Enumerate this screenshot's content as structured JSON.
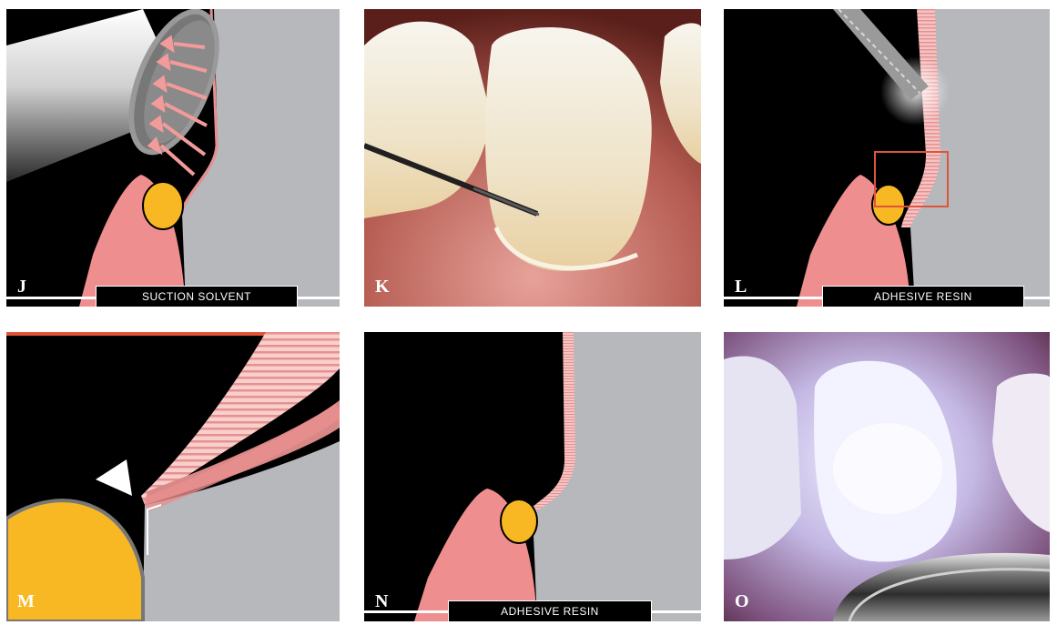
{
  "panels": [
    {
      "id": "J",
      "label": "J",
      "caption": "SUCTION SOLVENT"
    },
    {
      "id": "K",
      "label": "K"
    },
    {
      "id": "L",
      "label": "L",
      "caption": "ADHESIVE RESIN"
    },
    {
      "id": "M",
      "label": "M"
    },
    {
      "id": "N",
      "label": "N",
      "caption": "ADHESIVE RESIN"
    },
    {
      "id": "O",
      "label": "O"
    }
  ],
  "colors": {
    "background": "#000000",
    "tooth": "#b6b8bb",
    "gum": "#ef8e8e",
    "ball": "#f7b824",
    "resin": "#e98f8f",
    "frame": "#e0553a"
  }
}
